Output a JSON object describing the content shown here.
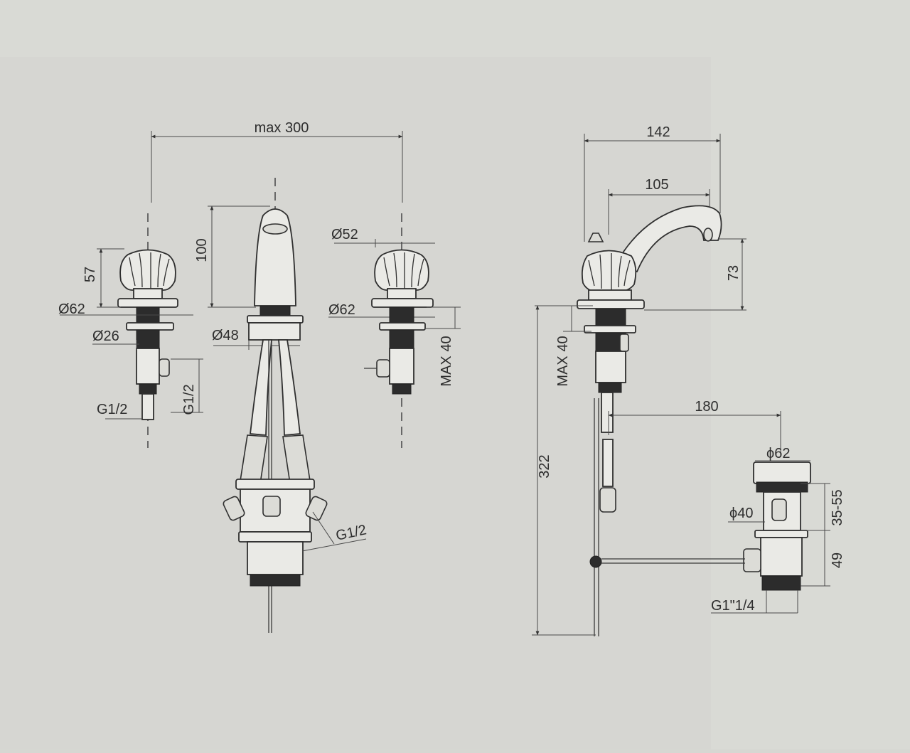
{
  "dimensions": {
    "max_300": "max 300",
    "d100": "100",
    "d57": "57",
    "o62_left": "Ø62",
    "o26": "Ø26",
    "o48": "Ø48",
    "o52": "Ø52",
    "o62_right": "Ø62",
    "max40_front": "MAX 40",
    "g12_left": "G1/2",
    "g12_vert": "G1/2",
    "g12_center": "G1/2",
    "d142": "142",
    "d105": "105",
    "d73": "73",
    "max40_side": "MAX 40",
    "d322": "322",
    "d180": "180",
    "o62_drain": "ϕ62",
    "o40_drain": "ϕ40",
    "d35_55": "35-55",
    "d49": "49",
    "g1_14": "G1\"1/4"
  }
}
